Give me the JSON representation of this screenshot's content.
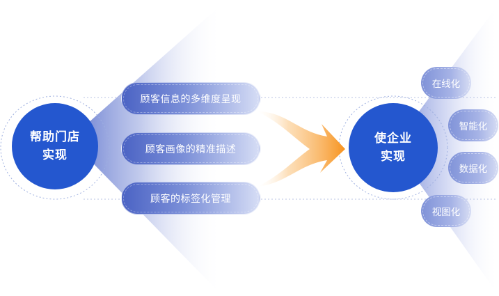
{
  "left_circle": {
    "line1": "帮助门店",
    "line2": "实现"
  },
  "right_circle": {
    "line1": "使企业",
    "line2": "实现"
  },
  "items": [
    {
      "label": "顾客信息的多维度呈现"
    },
    {
      "label": "顾客画像的精准描述"
    },
    {
      "label": "顾客的标签化管理"
    }
  ],
  "outcomes": [
    {
      "label": "在线化"
    },
    {
      "label": "智能化"
    },
    {
      "label": "数据化"
    },
    {
      "label": "视图化"
    }
  ],
  "colors": {
    "primary": "#2457cf",
    "pill": "#5a70cc",
    "arrow": "#f7931e"
  }
}
